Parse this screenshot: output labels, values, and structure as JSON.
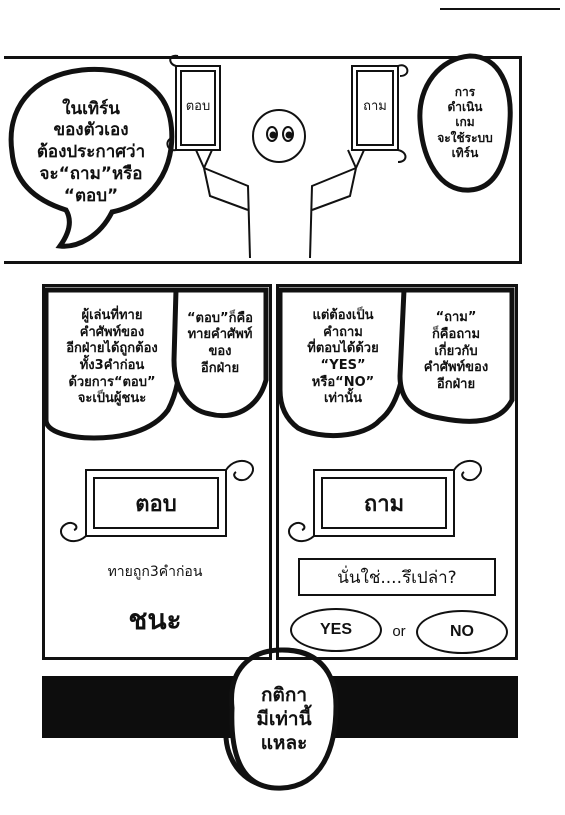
{
  "panel_top": {
    "bubble_left": [
      "ในเทิร์น",
      "ของตัวเอง",
      "ต้องประกาศว่า",
      "จะ“ถาม”หรือ",
      "“ตอบ”"
    ],
    "bubble_right": [
      "การ",
      "ดำเนิน",
      "เกม",
      "จะใช้ระบบ",
      "เทิร์น"
    ],
    "sign_left": "ตอบ",
    "sign_right": "ถาม"
  },
  "panel_answer": {
    "bubble_left": [
      "ผู้เล่นที่ทาย",
      "คำศัพท์ของ",
      "อีกฝ่ายได้ถูกต้อง",
      "ทั้ง3คำก่อน",
      "ด้วยการ“ตอบ”",
      "จะเป็นผู้ชนะ"
    ],
    "bubble_right": [
      "“ตอบ”ก็คือ",
      "ทายคำศัพท์",
      "ของ",
      "อีกฝ่าย"
    ],
    "plate_label": "ตอบ",
    "caption": "ทายถูก3คำก่อน",
    "result": "ชนะ"
  },
  "panel_ask": {
    "bubble_left": [
      "แต่ต้องเป็น",
      "คำถาม",
      "ที่ตอบได้ด้วย",
      "“YES”",
      "หรือ“NO”",
      "เท่านั้น"
    ],
    "bubble_right": [
      "“ถาม”",
      "ก็คือถาม",
      "เกี่ยวกับ",
      "คำศัพท์ของ",
      "อีกฝ่าย"
    ],
    "plate_label": "ถาม",
    "question_box": "นั่นใช่....รึเปล่า?",
    "yes_label": "YES",
    "or_label": "or",
    "no_label": "NO"
  },
  "panel_bottom": {
    "bubble": [
      "กติกา",
      "มีเท่านี้",
      "แหละ"
    ]
  }
}
